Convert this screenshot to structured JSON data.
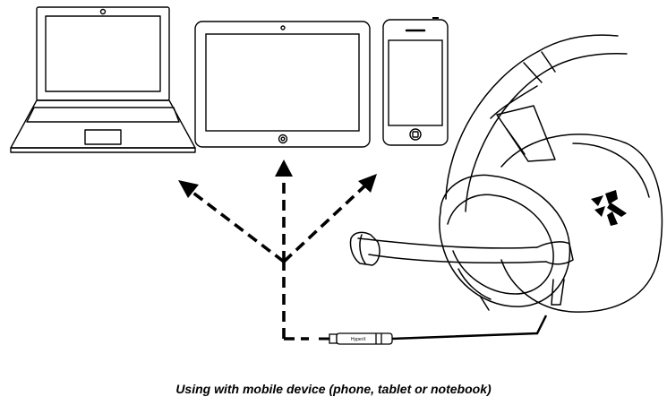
{
  "caption": "Using with mobile device (phone, tablet or notebook)",
  "devices": [
    {
      "name": "notebook",
      "icon": "laptop-icon"
    },
    {
      "name": "tablet",
      "icon": "tablet-icon"
    },
    {
      "name": "phone",
      "icon": "phone-icon"
    }
  ],
  "headset": {
    "icon": "headset-icon",
    "logo_icon": "hyperx-logo-icon"
  },
  "connector": {
    "icon": "audio-jack-icon"
  },
  "colors": {
    "line": "#000000",
    "background": "#ffffff"
  }
}
